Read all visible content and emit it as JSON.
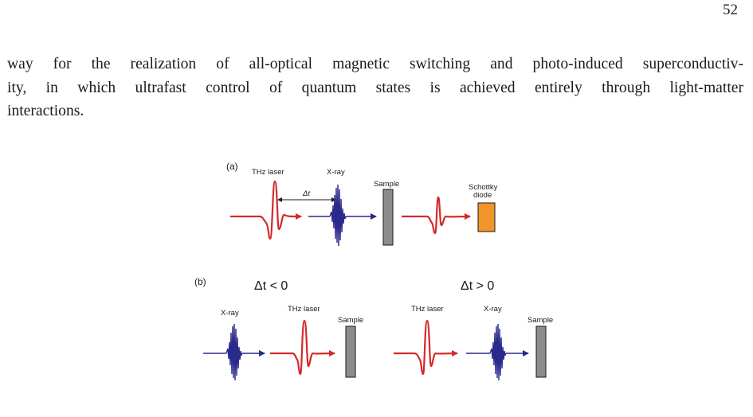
{
  "page_number": "52",
  "paragraph_lines": [
    "way for the realization of all-optical magnetic switching and photo-induced superconductiv-",
    "ity, in which ultrafast control of quantum states is achieved entirely through light-matter",
    "interactions."
  ],
  "figure": {
    "panel_a": {
      "label": "(a)",
      "thz_laser": "THz laser",
      "xray": "X-ray",
      "delay": "Δt",
      "sample": "Sample",
      "detector_line1": "Schottky",
      "detector_line2": "diode"
    },
    "panel_b": {
      "label": "(b)",
      "left_condition": "Δt < 0",
      "right_condition": "Δt > 0",
      "left_xray": "X-ray",
      "left_thz": "THz laser",
      "left_sample": "Sample",
      "right_thz": "THz laser",
      "right_xray": "X-ray",
      "right_sample": "Sample"
    },
    "colors": {
      "thz_pulse": "#d42a2a",
      "xray_pulse": "#2a2a8c",
      "sample": "#8c8c8c",
      "detector": "#f0952a"
    }
  }
}
